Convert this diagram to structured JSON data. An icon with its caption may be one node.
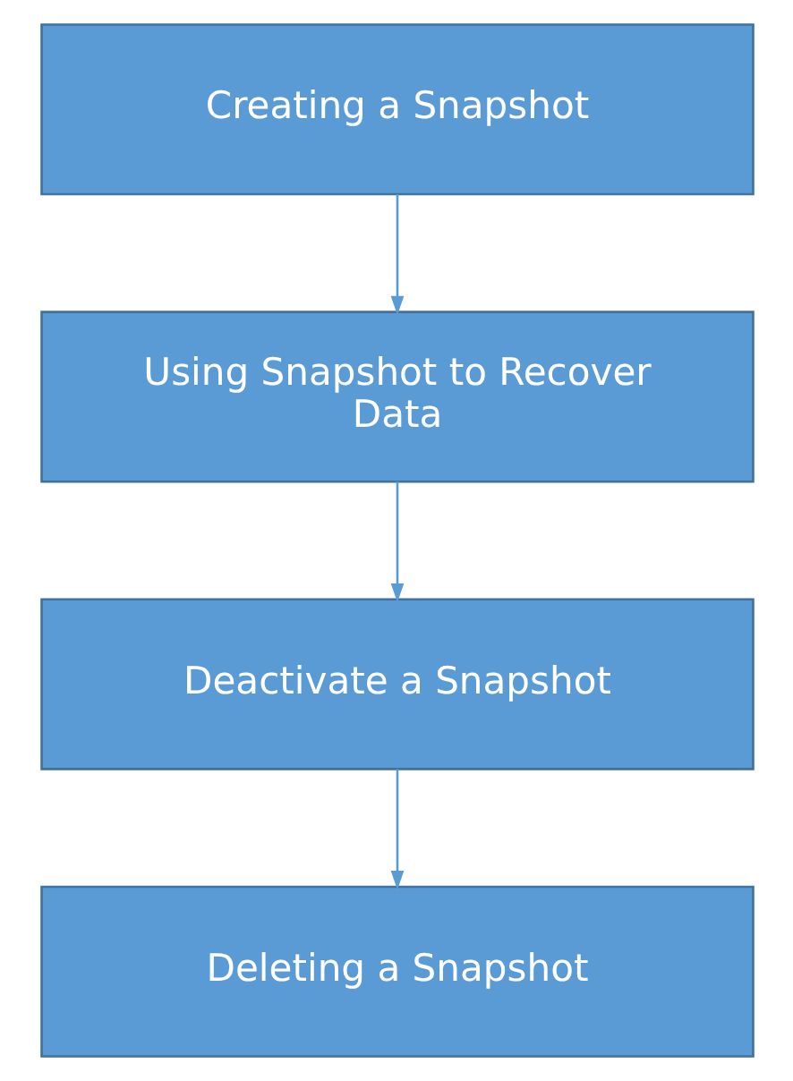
{
  "diagram": {
    "nodes": [
      {
        "text": [
          "Creating a Snapshot"
        ]
      },
      {
        "text": [
          "Using Snapshot to Recover Data"
        ]
      },
      {
        "text": [
          "Deactivate a Snapshot"
        ]
      },
      {
        "text": [
          "Deleting a Snapshot"
        ]
      }
    ],
    "edges": [
      {
        "from": 0,
        "to": 1,
        "arrow": "to"
      },
      {
        "from": 1,
        "to": 2,
        "arrow": "to"
      },
      {
        "from": 2,
        "to": 3,
        "arrow": "to"
      }
    ]
  }
}
